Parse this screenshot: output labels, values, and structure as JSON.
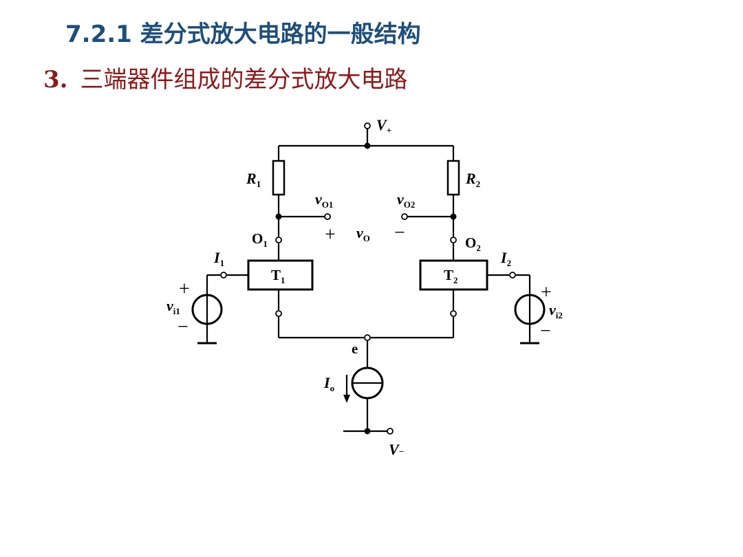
{
  "slide": {
    "section_title": "7.2.1  差分式放大电路的一般结构",
    "subtitle_number": "3.",
    "subtitle_text": "三端器件组成的差分式放大电路"
  },
  "circuit": {
    "v_plus": {
      "main": "V",
      "sub": "+"
    },
    "v_minus": {
      "main": "V",
      "sub": "−"
    },
    "r1": {
      "main": "R",
      "sub": "1"
    },
    "r2": {
      "main": "R",
      "sub": "2"
    },
    "vo1": {
      "main": "v",
      "sub": "O1"
    },
    "vo2": {
      "main": "v",
      "sub": "O2"
    },
    "vo": {
      "main": "v",
      "sub": "O"
    },
    "vo_plus": "+",
    "vo_minus": "−",
    "o1": {
      "main": "O",
      "sub": "1"
    },
    "o2": {
      "main": "O",
      "sub": "2"
    },
    "i1": {
      "main": "I",
      "sub": "1"
    },
    "i2": {
      "main": "I",
      "sub": "2"
    },
    "t1": {
      "main": "T",
      "sub": "1"
    },
    "t2": {
      "main": "T",
      "sub": "2"
    },
    "vi1": {
      "main": "v",
      "sub": "i1",
      "plus": "+",
      "minus": "−"
    },
    "vi2": {
      "main": "v",
      "sub": "i2",
      "plus": "+",
      "minus": "−"
    },
    "e": "e",
    "io": {
      "main": "I",
      "sub": "o"
    }
  }
}
